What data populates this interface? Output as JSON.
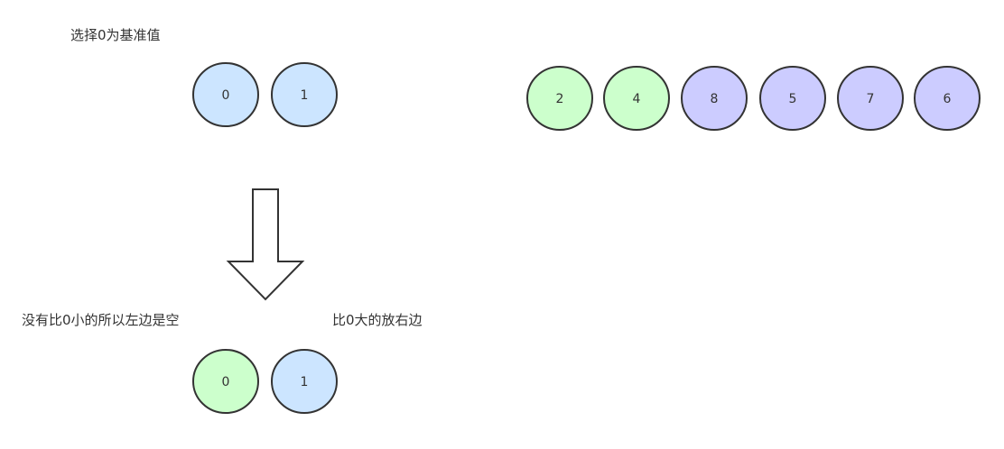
{
  "labels": {
    "pivot_title": "选择0为基准值",
    "left_empty": "没有比0小的所以左边是空",
    "right_bigger": "比0大的放右边"
  },
  "top_left_nodes": [
    {
      "value": "0",
      "color": "#cce5ff"
    },
    {
      "value": "1",
      "color": "#cce5ff"
    }
  ],
  "top_right_nodes": [
    {
      "value": "2",
      "color": "#ccffcc"
    },
    {
      "value": "4",
      "color": "#ccffcc"
    },
    {
      "value": "8",
      "color": "#ccccff"
    },
    {
      "value": "5",
      "color": "#ccccff"
    },
    {
      "value": "7",
      "color": "#ccccff"
    },
    {
      "value": "6",
      "color": "#ccccff"
    }
  ],
  "bottom_nodes": [
    {
      "value": "0",
      "color": "#ccffcc"
    },
    {
      "value": "1",
      "color": "#cce5ff"
    }
  ],
  "colors": {
    "stroke": "#333333",
    "arrow_fill": "#ffffff"
  }
}
